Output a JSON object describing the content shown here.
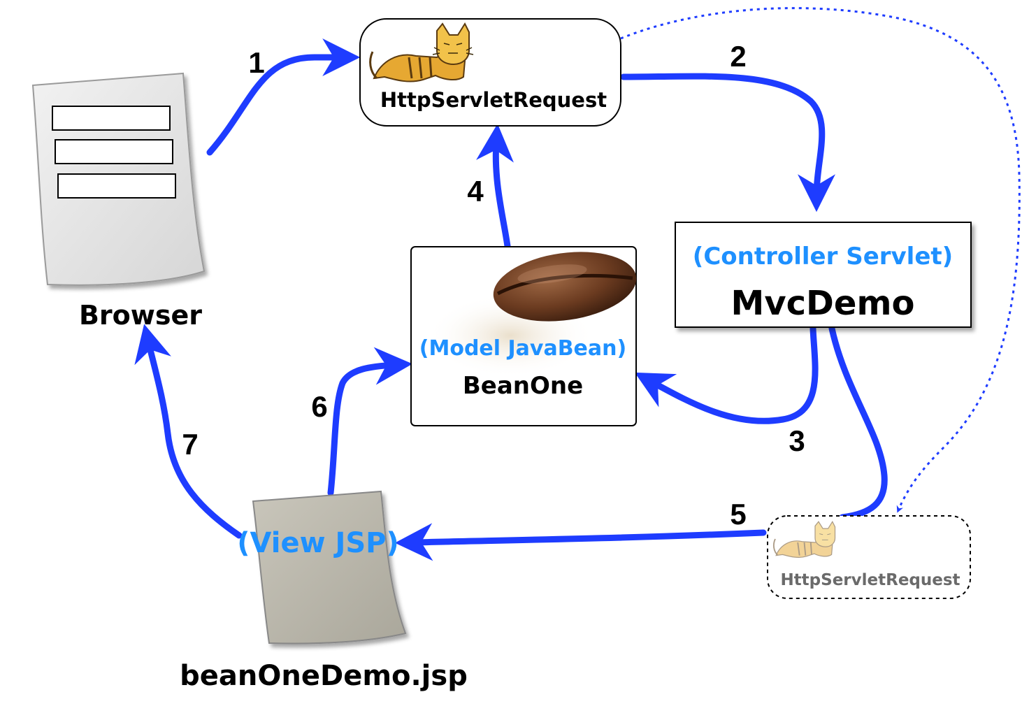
{
  "colors": {
    "arrow": "#1e3cff",
    "accent_text": "#1e90ff",
    "dotted_arrow": "#1e3cff",
    "faded_text": "#6a6a6a"
  },
  "nodes": {
    "request_top": {
      "label": "HttpServletRequest",
      "icon": "tomcat-icon"
    },
    "request_bottom": {
      "label": "HttpServletRequest",
      "icon": "tomcat-icon"
    },
    "controller": {
      "role": "(Controller Servlet)",
      "name": "MvcDemo"
    },
    "model": {
      "role": "(Model JavaBean)",
      "name": "BeanOne",
      "icon": "coffee-bean-icon"
    },
    "browser": {
      "label": "Browser",
      "icon": "form-document-icon"
    },
    "view": {
      "role": "(View JSP)",
      "file": "beanOneDemo.jsp",
      "icon": "document-icon"
    }
  },
  "steps": [
    "1",
    "2",
    "3",
    "4",
    "5",
    "6",
    "7"
  ]
}
